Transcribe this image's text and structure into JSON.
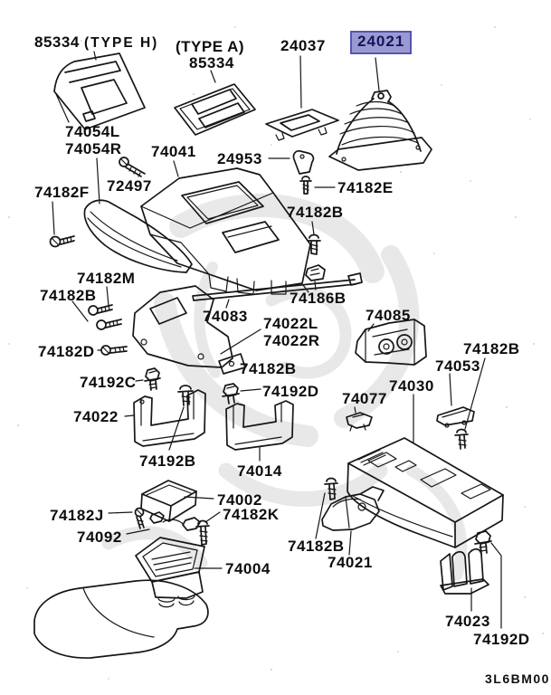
{
  "diagram": {
    "code": "3L6BM00",
    "highlighted_part": "24021",
    "highlight_colors": {
      "bg": "#9a9ad2",
      "border": "#5456b0",
      "text": "#15155c"
    },
    "labels": {
      "p85334h_num": "85334",
      "p85334h_type": "(TYPE H)",
      "p85334a_type": "(TYPE A)",
      "p85334a_num": "85334",
      "p24037": "24037",
      "p24021": "24021",
      "p74054l": "74054L",
      "p74054r": "74054R",
      "p74041": "74041",
      "p24953": "24953",
      "p72497": "72497",
      "p74182e": "74182E",
      "p74182f": "74182F",
      "p74182b1": "74182B",
      "p74182m": "74182M",
      "p74182b2": "74182B",
      "p74186b": "74186B",
      "p74083": "74083",
      "p74022l": "74022L",
      "p74022r": "74022R",
      "p74085": "74085",
      "p74182d": "74182D",
      "p74182b3": "74182B",
      "p74192c": "74192C",
      "p74192d1": "74192D",
      "p74182b4": "74182B",
      "p74053": "74053",
      "p74030": "74030",
      "p74077": "74077",
      "p74022": "74022",
      "p74192b": "74192B",
      "p74014": "74014",
      "p74002": "74002",
      "p74182k": "74182K",
      "p74182j": "74182J",
      "p74092": "74092",
      "p74004": "74004",
      "p74182b5": "74182B",
      "p74021b": "74021",
      "p74023": "74023",
      "p74192d2": "74192D"
    }
  }
}
